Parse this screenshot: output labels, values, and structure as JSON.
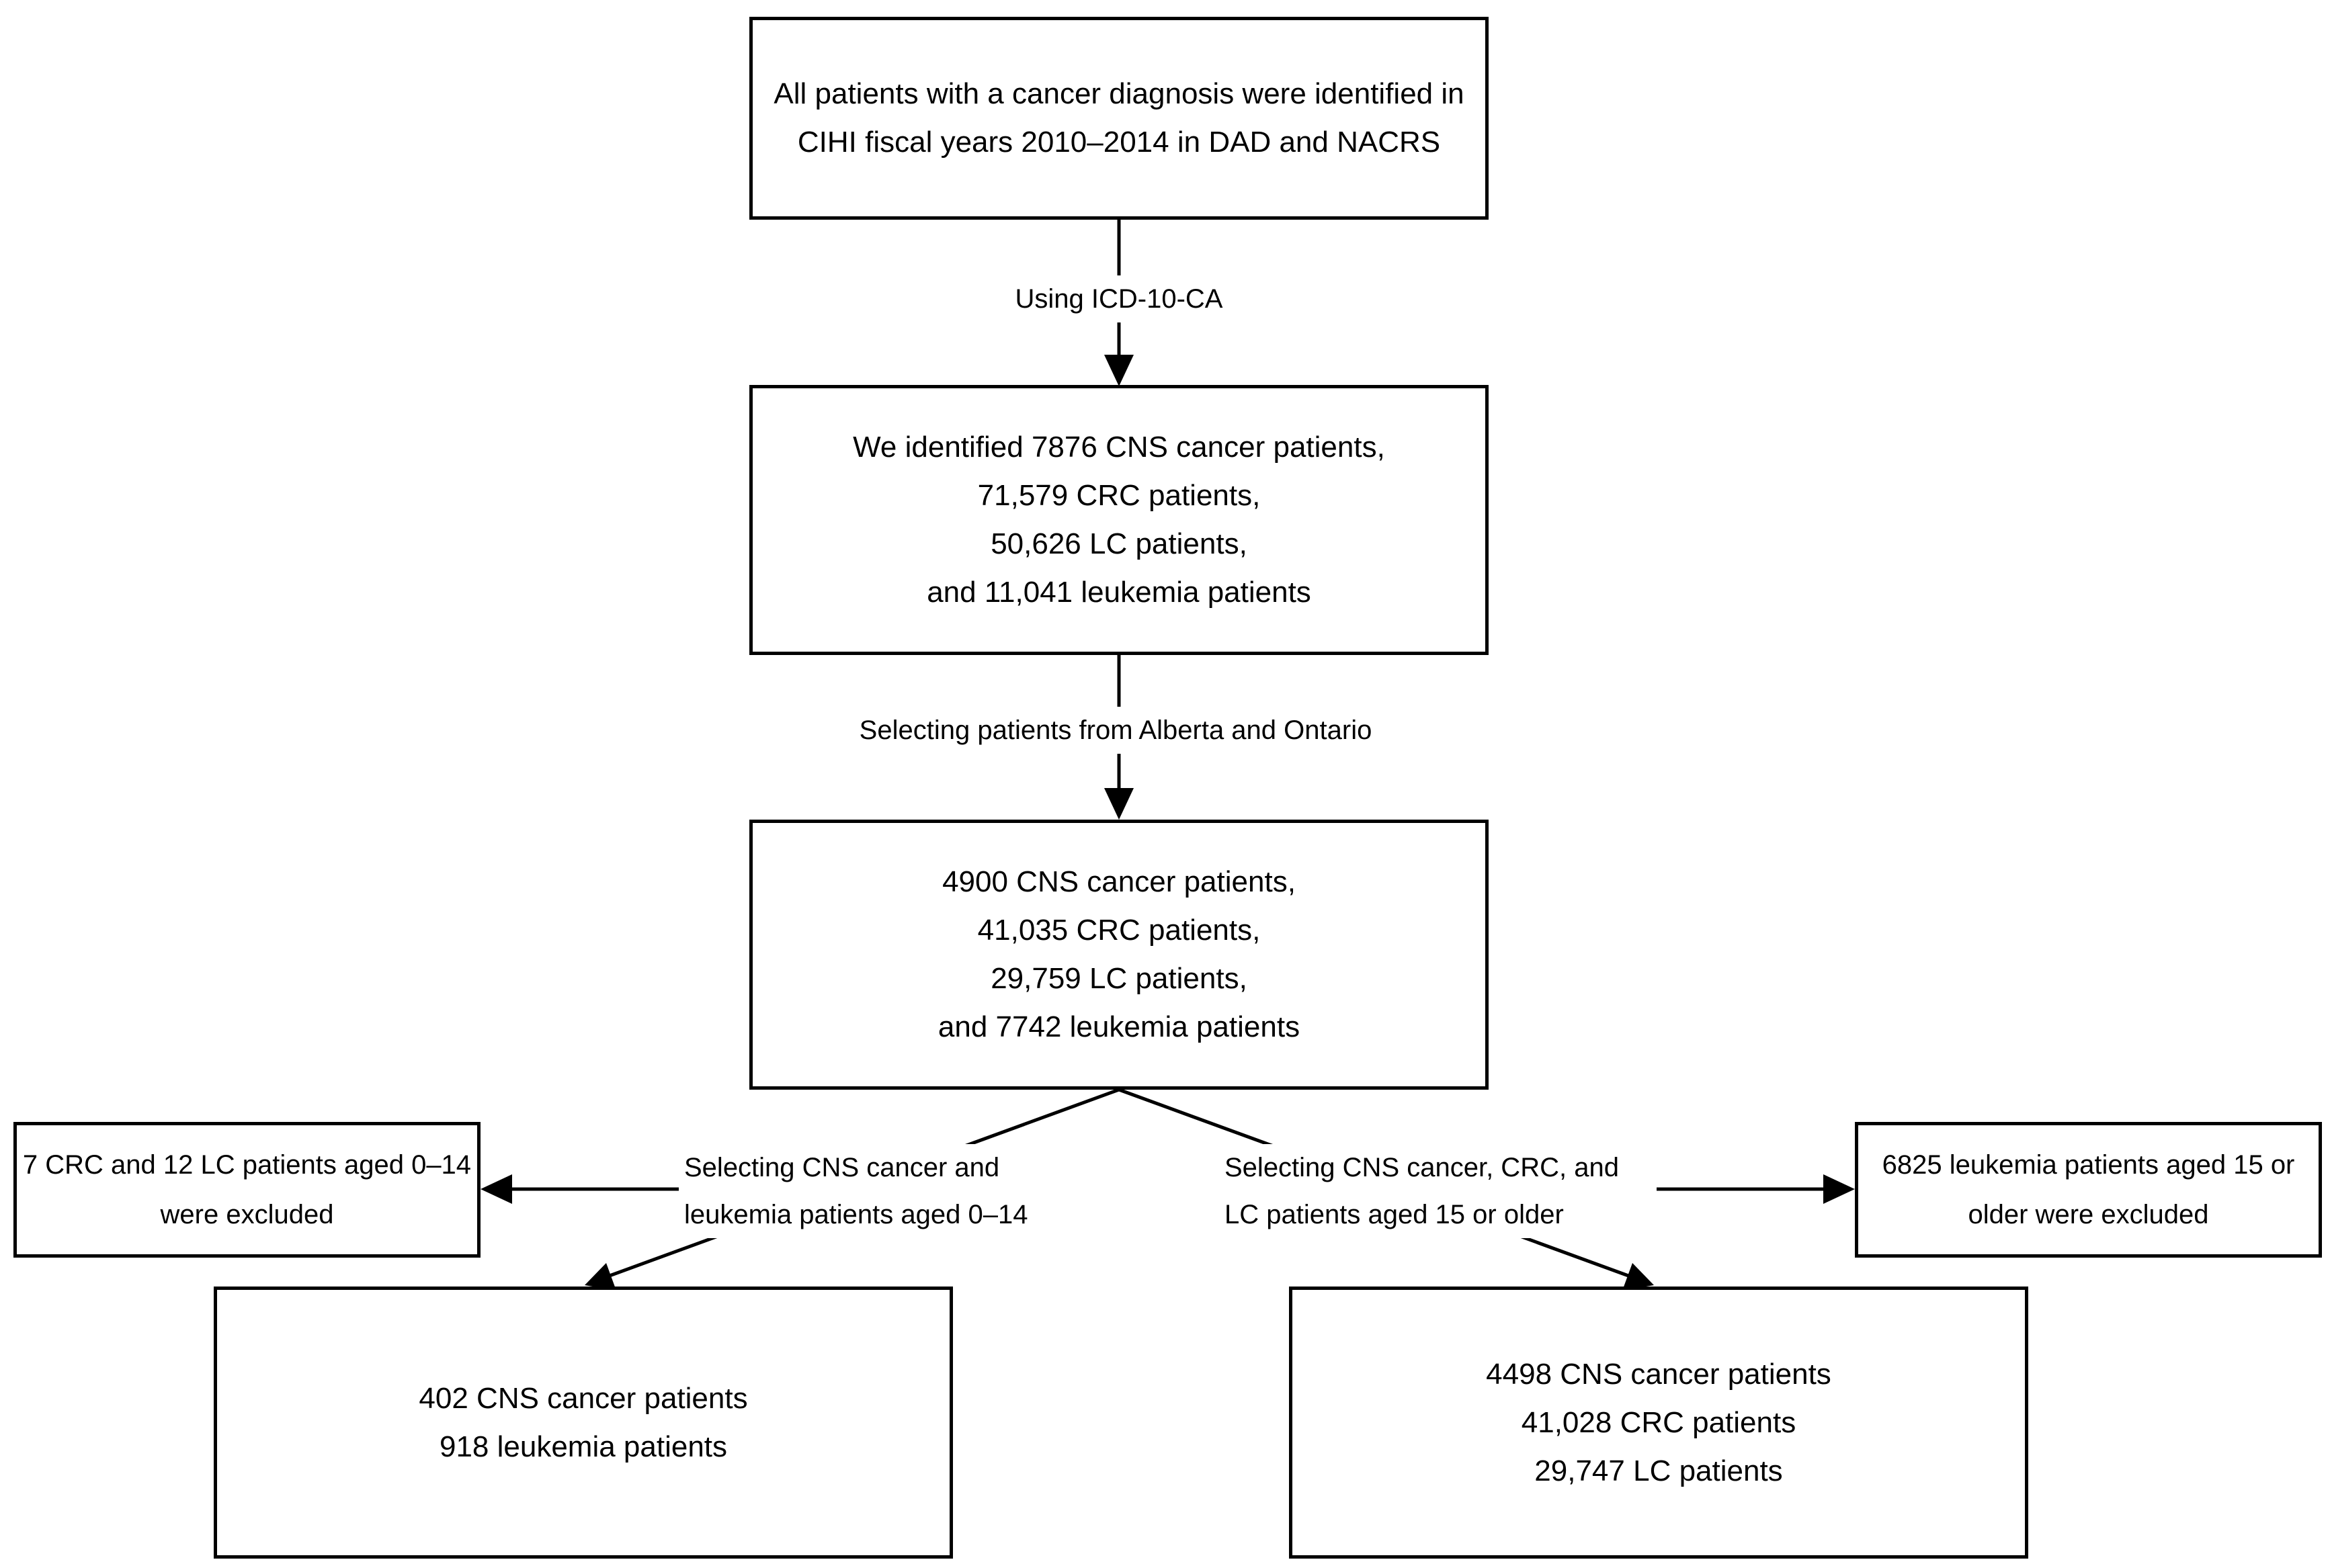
{
  "boxes": {
    "all_patients": [
      "All patients with a cancer diagnosis were identified in",
      "CIHI fiscal years 2010–2014 in DAD and NACRS"
    ],
    "identified": [
      "We identified 7876 CNS cancer patients,",
      "71,579 CRC patients,",
      "50,626 LC patients,",
      "and 11,041 leukemia patients"
    ],
    "alberta_ontario": [
      "4900 CNS cancer patients,",
      "41,035 CRC patients,",
      "29,759 LC patients,",
      "and 7742 leukemia patients"
    ],
    "excluded_young": [
      "7 CRC and 12 LC patients aged 0–14",
      "were excluded"
    ],
    "excluded_old": [
      "6825 leukemia patients aged 15 or",
      "older were excluded"
    ],
    "result_young": [
      "402 CNS cancer patients",
      "918 leukemia patients"
    ],
    "result_old": [
      "4498 CNS cancer patients",
      "41,028 CRC patients",
      "29,747 LC patients"
    ]
  },
  "edges": {
    "icd": "Using ICD-10-CA",
    "region": "Selecting patients from Alberta and Ontario",
    "young": [
      "Selecting CNS cancer and",
      "leukemia patients aged 0–14"
    ],
    "old": [
      "Selecting CNS cancer, CRC, and",
      "LC patients aged 15 or older"
    ]
  }
}
